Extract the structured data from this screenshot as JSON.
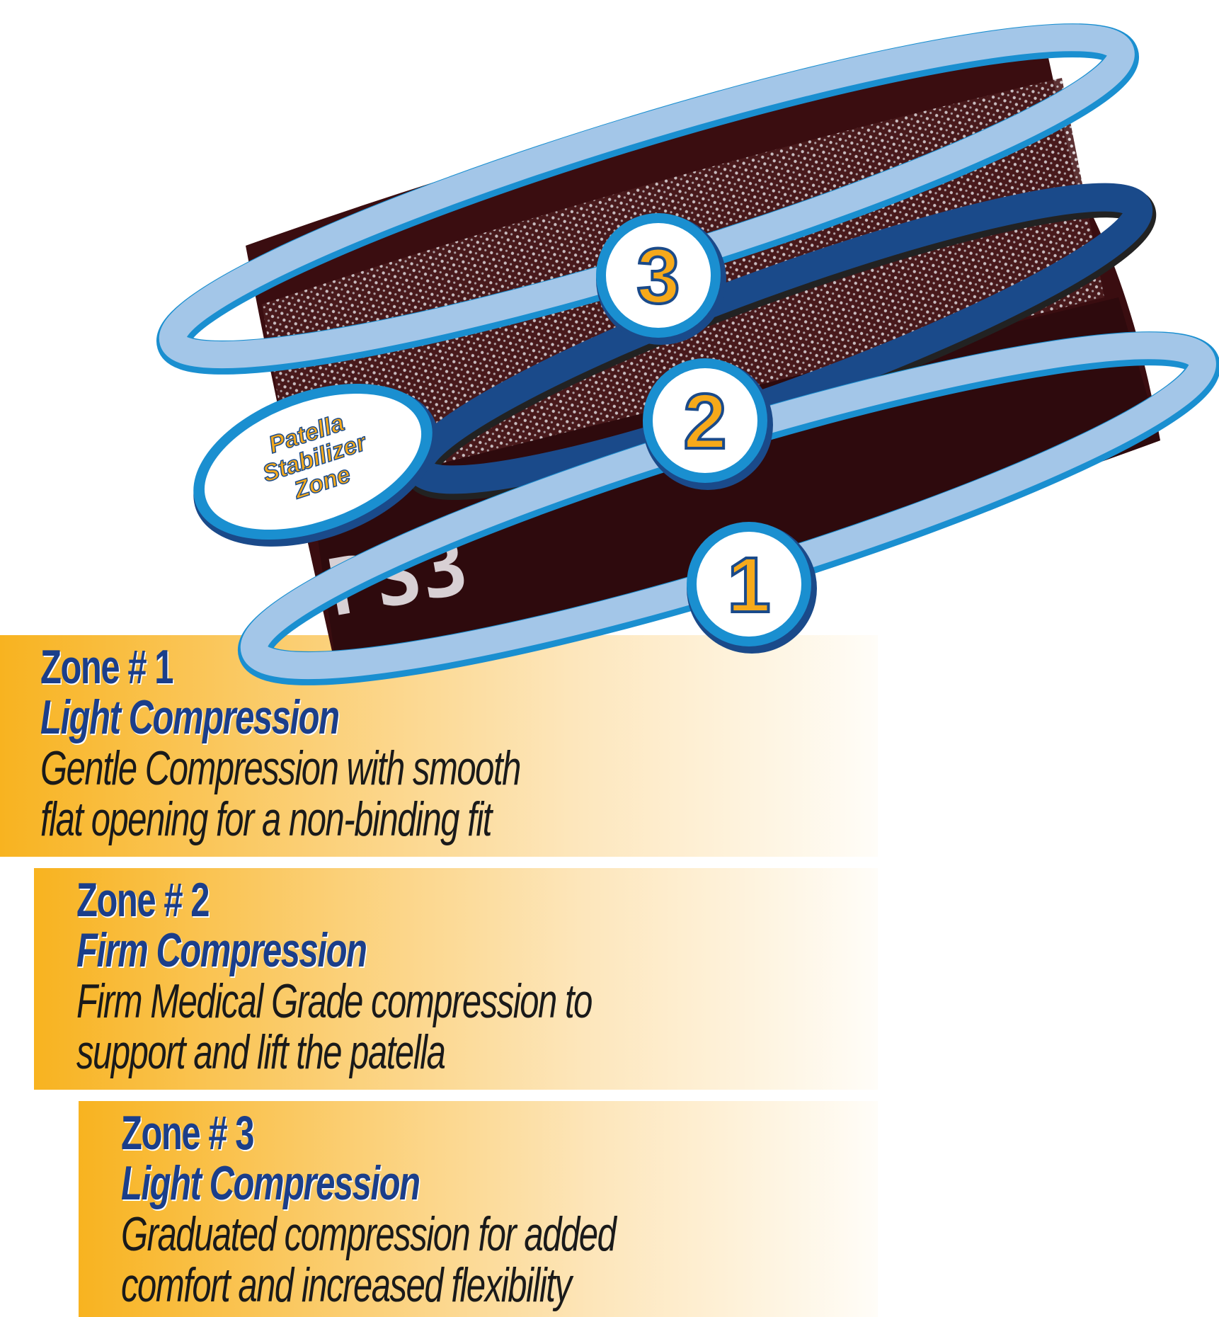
{
  "graphic": {
    "badge_lines": [
      "Patella",
      "Stabilizer",
      "Zone"
    ],
    "sleeve_label": "PS3",
    "numbers": [
      "3",
      "2",
      "1"
    ],
    "colors": {
      "light_ring": "#a3c6e8",
      "dark_ring": "#1a4a8a",
      "ring_edge": "#1a8fd0",
      "sleeve": "#3a0d10",
      "number_fill": "#f6a91a",
      "text_blue": "#1b3e8a",
      "band_orange": "#f8b320"
    }
  },
  "zones": [
    {
      "title": "Zone # 1",
      "level": "Light Compression",
      "desc_lines": [
        "Gentle Compression with smooth",
        "flat opening for a non-binding fit"
      ]
    },
    {
      "title": "Zone # 2",
      "level": "Firm Compression",
      "desc_lines": [
        "Firm Medical Grade compression to",
        "support and lift the patella"
      ]
    },
    {
      "title": "Zone # 3",
      "level": "Light Compression",
      "desc_lines": [
        "Graduated compression for added",
        "comfort and increased flexibility"
      ]
    }
  ]
}
